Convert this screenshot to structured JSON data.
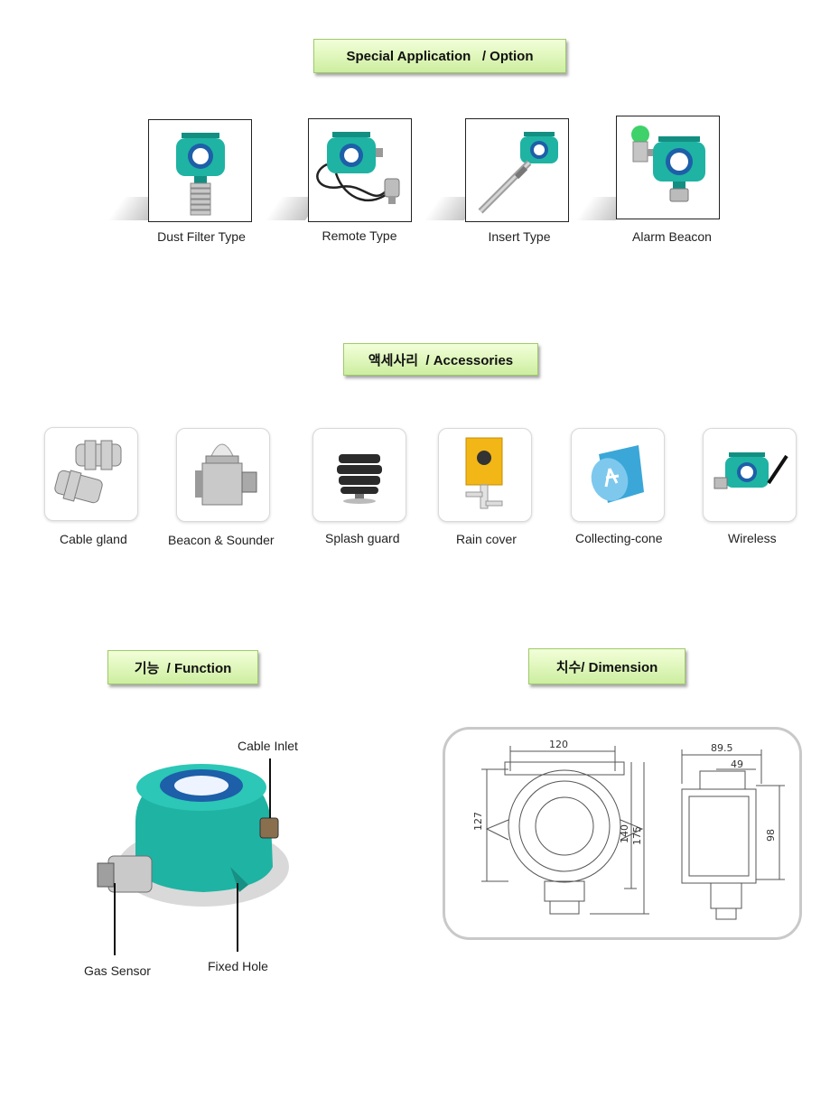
{
  "sections": {
    "option_title": "Special Application   / Option",
    "accessories_title": "액세사리  / Accessories",
    "function_title": "기능  / Function",
    "dimension_title": "치수/ Dimension"
  },
  "options": [
    {
      "label": "Dust Filter Type"
    },
    {
      "label": "Remote Type"
    },
    {
      "label": "Insert Type"
    },
    {
      "label": "Alarm Beacon"
    }
  ],
  "accessories": [
    {
      "label": "Cable gland"
    },
    {
      "label": "Beacon & Sounder"
    },
    {
      "label": "Splash guard"
    },
    {
      "label": "Rain cover"
    },
    {
      "label": "Collecting-cone"
    },
    {
      "label": "Wireless"
    }
  ],
  "function_labels": {
    "cable_inlet": "Cable Inlet",
    "gas_sensor": "Gas Sensor",
    "fixed_hole": "Fixed Hole"
  },
  "dimensions": {
    "width_front": "120",
    "height_body": "127",
    "height_mid": "140",
    "height_total": "175",
    "depth_total": "89.5",
    "depth_part": "49",
    "height_side": "98"
  },
  "colors": {
    "device_teal": "#1fb3a3",
    "banner_green": "#d7f2b0"
  }
}
